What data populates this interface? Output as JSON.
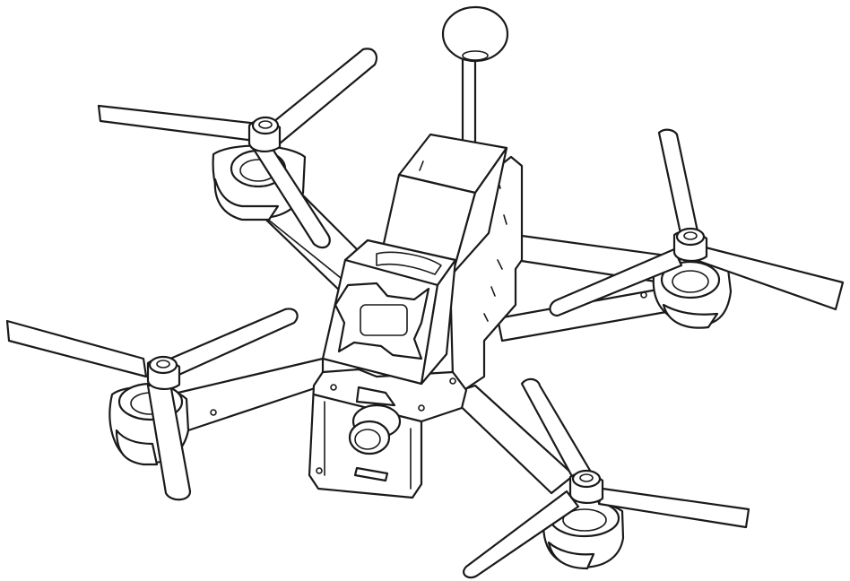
{
  "illustration": {
    "subject": "racing-drone-line-art",
    "colors": {
      "line": "#1a1a1a",
      "background": "#ffffff",
      "fill": "#ffffff"
    },
    "parts": [
      "antenna",
      "battery",
      "camera-mount",
      "frame",
      "arm-front-left",
      "arm-front-right",
      "arm-rear-left",
      "arm-rear-right",
      "motor",
      "propeller",
      "camera-lens"
    ]
  }
}
